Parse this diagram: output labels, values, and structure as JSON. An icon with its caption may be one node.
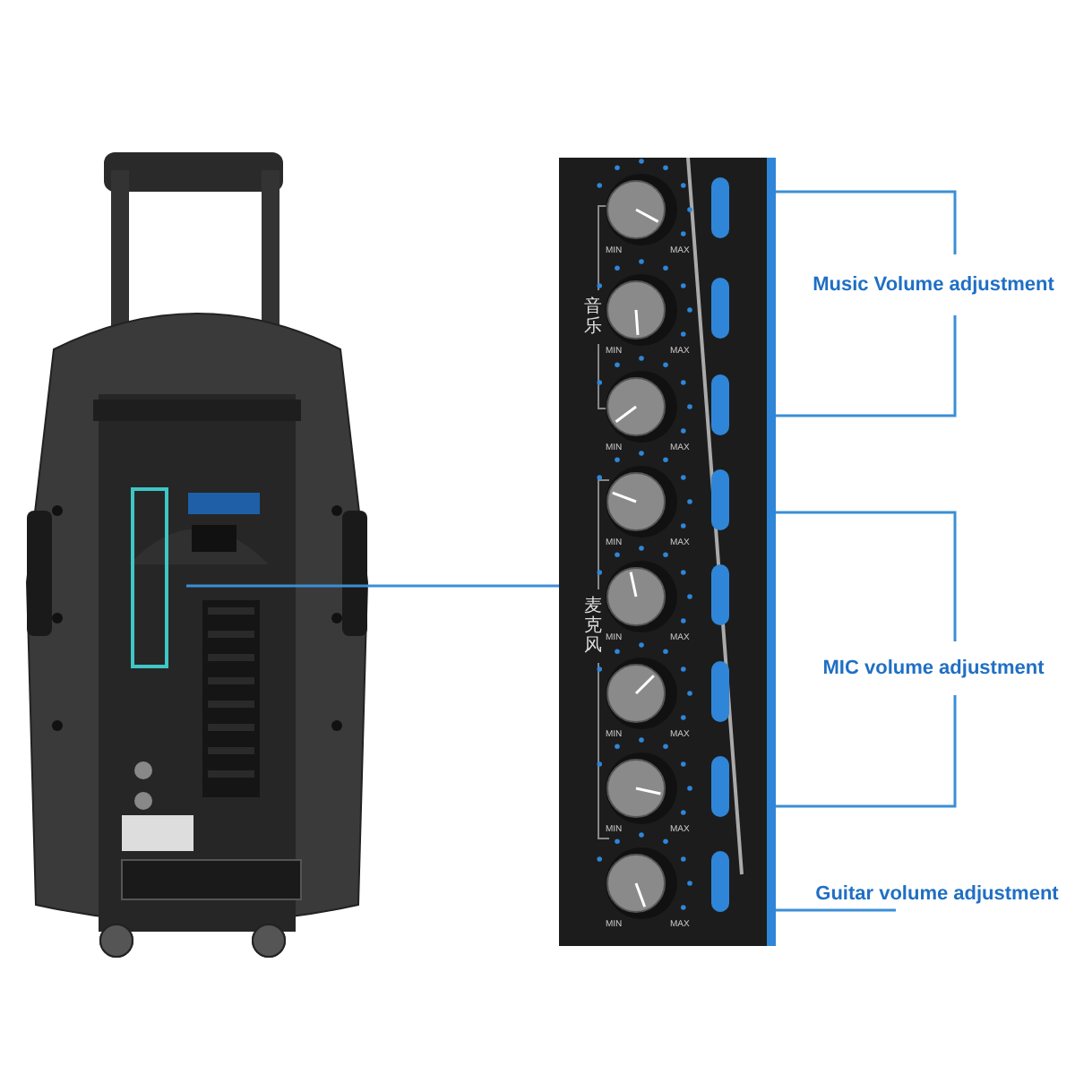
{
  "diagram": {
    "nodes": [
      {
        "text": [],
        "shape": "picture"
      },
      {
        "text": [],
        "shape": "box",
        "in": 0
      },
      {
        "text": [],
        "shape": "picture"
      },
      {
        "text": [
          "Music Volume adjustment"
        ]
      },
      {
        "text": [
          "MIC volume adjustment"
        ]
      },
      {
        "text": [
          "Guitar volume adjustment"
        ]
      }
    ],
    "edges": [
      {
        "from": 1,
        "to": 2,
        "arrow": "none"
      },
      {
        "from": 3,
        "to": 2,
        "arrow": "none"
      },
      {
        "from": 3,
        "to": 2,
        "arrow": "none"
      },
      {
        "from": 4,
        "to": 2,
        "arrow": "none"
      },
      {
        "from": 4,
        "to": 2,
        "arrow": "none"
      },
      {
        "from": 5,
        "to": 2,
        "arrow": "none"
      }
    ],
    "labels": [
      "音乐",
      "麦克风",
      "MIN",
      "MAX",
      "MIN",
      "MAX",
      "MIN",
      "MAX",
      "MIN",
      "MAX",
      "MIN",
      "MAX",
      "MIN",
      "MAX",
      "MIN",
      "MAX",
      "MIN",
      "MAX"
    ]
  }
}
